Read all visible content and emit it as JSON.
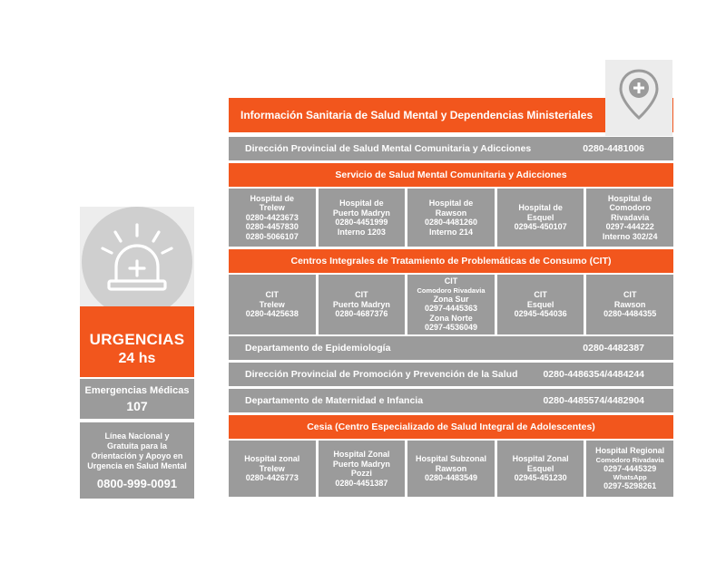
{
  "left": {
    "urgencias_line1": "URGENCIAS",
    "urgencias_line2": "24 hs",
    "emergencias_label": "Emergencias Médicas",
    "emergencias_number": "107",
    "linea_text": [
      "Línea Nacional y",
      "Gratuita para la",
      "Orientación y Apoyo en",
      "Urgencia en Salud Mental"
    ],
    "linea_number": "0800-999-0091"
  },
  "header": {
    "title": "Información Sanitaria de Salud Mental y Dependencias Ministeriales"
  },
  "direccion_salud_mental": {
    "label": "Dirección Provincial de Salud Mental Comunitaria y Adicciones",
    "phone": "0280-4481006"
  },
  "servicio": {
    "title": "Servicio de Salud Mental Comunitaria y Adicciones",
    "cells": [
      {
        "lines": [
          "Hospital de",
          "Trelew",
          "0280-4423673",
          "0280-4457830",
          "0280-5066107"
        ]
      },
      {
        "lines": [
          "Hospital de",
          "Puerto Madryn",
          "0280-4451999",
          "Interno 1203"
        ]
      },
      {
        "lines": [
          "Hospital de",
          "Rawson",
          "0280-4481260",
          "Interno 214"
        ]
      },
      {
        "lines": [
          "Hospital de",
          "Esquel",
          "02945-450107"
        ]
      },
      {
        "lines": [
          "Hospital de",
          "Comodoro",
          "Rivadavia",
          "0297-444222",
          "Interno 302/24"
        ]
      }
    ]
  },
  "cit": {
    "title": "Centros Integrales de Tratamiento de Problemáticas de Consumo (CIT)",
    "cells": [
      {
        "lines": [
          "CIT",
          "Trelew",
          "0280-4425638"
        ]
      },
      {
        "lines": [
          "CIT",
          "Puerto Madryn",
          "0280-4687376"
        ]
      },
      {
        "lines": [
          "CIT",
          "Comodoro Rivadavia",
          "Zona Sur",
          "0297-4445363",
          "Zona Norte",
          "0297-4536049"
        ]
      },
      {
        "lines": [
          "CIT",
          "Esquel",
          "02945-454036"
        ]
      },
      {
        "lines": [
          "CIT",
          "Rawson",
          "0280-4484355"
        ]
      }
    ]
  },
  "epidemiologia": {
    "label": "Departamento de Epidemiología",
    "phone": "0280-4482387"
  },
  "promocion": {
    "label": "Dirección Provincial de Promoción y Prevención de la Salud",
    "phone": "0280-4486354/4484244"
  },
  "maternidad": {
    "label": "Departamento de Maternidad e Infancia",
    "phone": "0280-4485574/4482904"
  },
  "cesia": {
    "title": "Cesia (Centro Especializado de Salud Integral de Adolescentes)",
    "cells": [
      {
        "lines": [
          "Hospital zonal",
          "Trelew",
          "0280-4426773"
        ]
      },
      {
        "lines": [
          "Hospital Zonal",
          "Puerto Madryn",
          "Pozzi",
          "0280-4451387"
        ]
      },
      {
        "lines": [
          "Hospital Subzonal",
          "Rawson",
          "0280-4483549"
        ]
      },
      {
        "lines": [
          "Hospital Zonal",
          "Esquel",
          "02945-451230"
        ]
      },
      {
        "lines": [
          "Hospital Regional",
          "Comodoro Rivadavia",
          "0297-4445329",
          "WhatsApp",
          "0297-5298261"
        ]
      }
    ]
  },
  "colors": {
    "orange": "#f2561d",
    "gray": "#9b9b9b",
    "light": "#ededed"
  },
  "icons": {
    "siren": "emergency-siren-icon",
    "pin": "medical-location-pin-icon"
  }
}
